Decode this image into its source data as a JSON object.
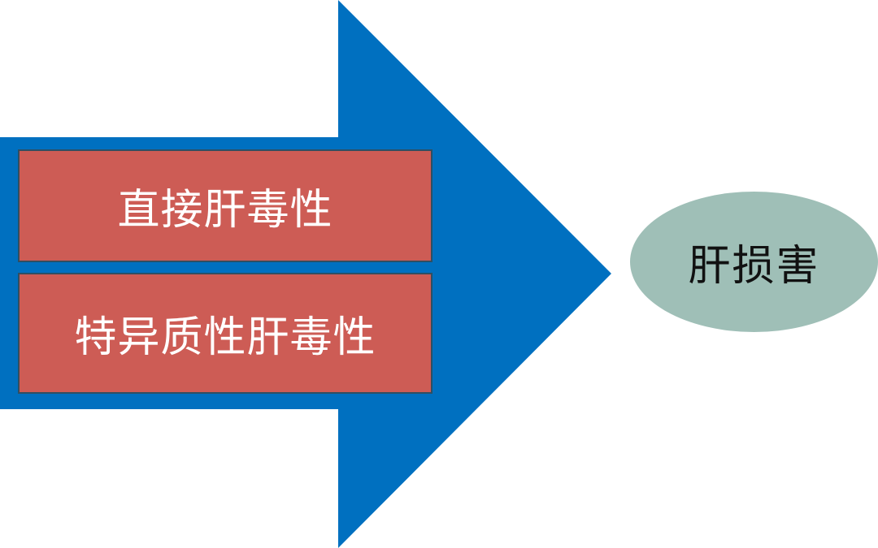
{
  "colors": {
    "arrow": "#0070c0",
    "cause_box": "#cd5c55",
    "cause_box_border": "#2f4f63",
    "outcome": "#9fbfb7",
    "cause_text": "#ffffff",
    "outcome_text": "#111111"
  },
  "causes": [
    {
      "label": "直接肝毒性"
    },
    {
      "label": "特异质性肝毒性"
    }
  ],
  "outcome": {
    "label": "肝损害"
  }
}
